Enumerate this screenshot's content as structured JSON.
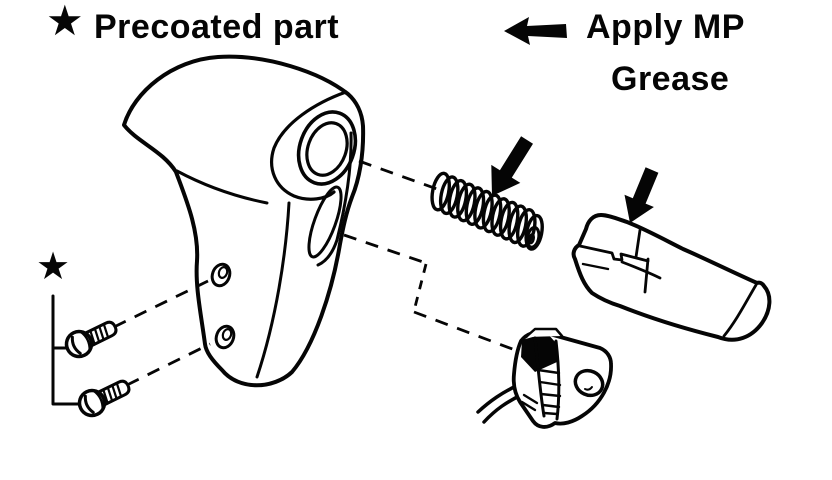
{
  "page": {
    "background": "#ffffff",
    "ink": "#050505"
  },
  "legend": {
    "precoated": {
      "symbol": "★",
      "label": "Precoated part"
    },
    "grease": {
      "arrow_icon": "left-arrow",
      "line1": "Apply MP",
      "line2": "Grease"
    }
  },
  "callouts": {
    "precoated_screws_marker": "★"
  }
}
